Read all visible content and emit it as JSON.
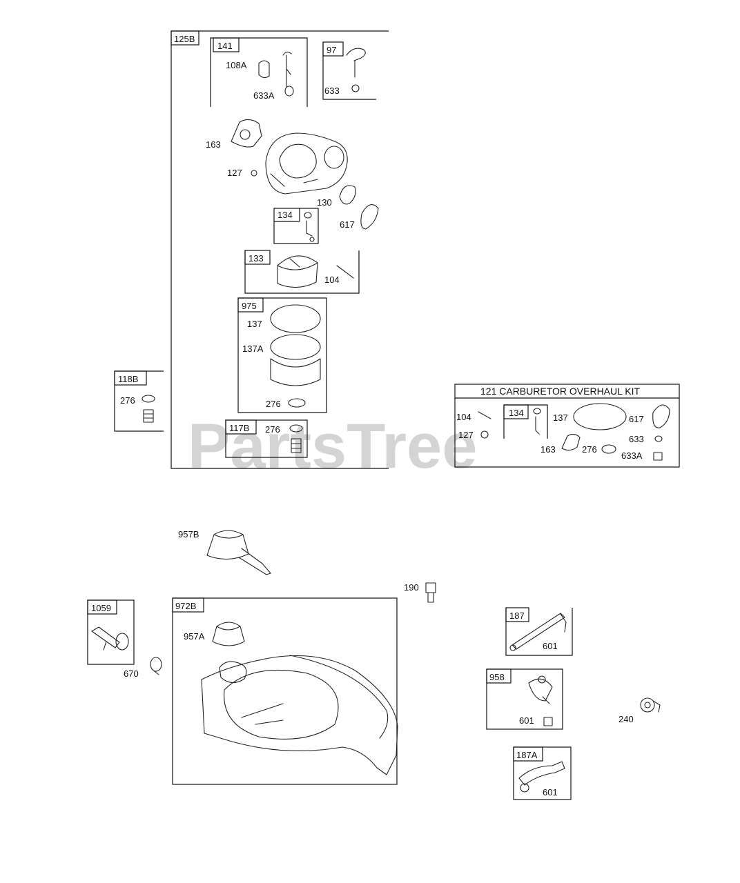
{
  "watermark": "PartsTree",
  "groups": {
    "g125B": "125B",
    "g141": "141",
    "g97": "97",
    "g134": "134",
    "g133": "133",
    "g975": "975",
    "g118B": "118B",
    "g117B": "117B",
    "g1059": "1059",
    "g972B": "972B",
    "g187": "187",
    "g958": "958",
    "g187A": "187A",
    "kit_title": "121 CARBURETOR OVERHAUL KIT",
    "kit134": "134"
  },
  "parts": {
    "p108A": "108A",
    "p633A_a": "633A",
    "p633_a": "633",
    "p163_a": "163",
    "p127_a": "127",
    "p130": "130",
    "p617_a": "617",
    "p104_a": "104",
    "p137_a": "137",
    "p137A": "137A",
    "p276_a": "276",
    "p276_b": "276",
    "p276_c": "276",
    "p957B": "957B",
    "p957A": "957A",
    "p190": "190",
    "p670": "670",
    "p601_a": "601",
    "p601_b": "601",
    "p601_c": "601",
    "p240": "240",
    "kit104": "104",
    "kit127": "127",
    "kit137": "137",
    "kit617": "617",
    "kit633": "633",
    "kit633A": "633A",
    "kit163": "163",
    "kit276": "276"
  }
}
